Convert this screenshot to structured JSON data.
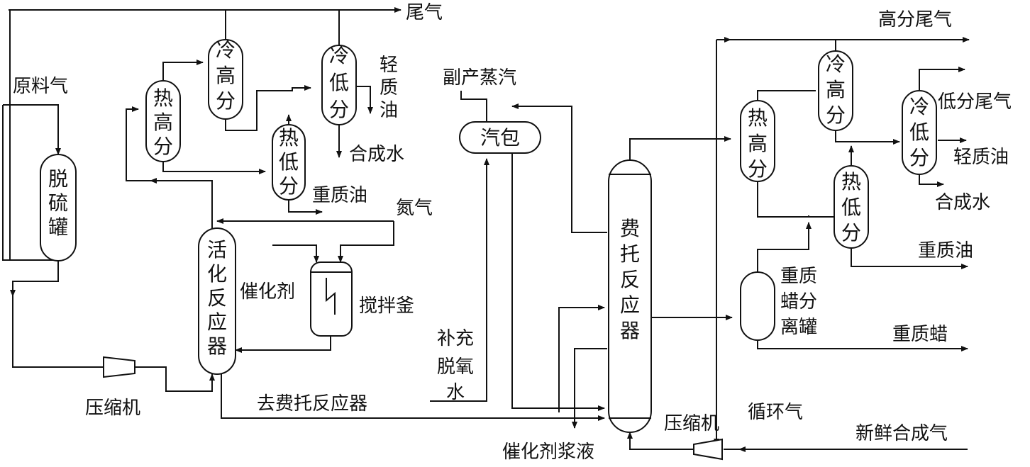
{
  "title": "",
  "left_section": {
    "tail_gas": "尾气",
    "feed_gas": "原料气",
    "desulfurization_tank": [
      "脱",
      "硫",
      "罐"
    ],
    "compressor": "压缩机",
    "activation_reactor": [
      "活",
      "化",
      "反",
      "应",
      "器"
    ],
    "hot_high_separator": [
      "热",
      "高",
      "分"
    ],
    "cold_high_separator": [
      "冷",
      "高",
      "分"
    ],
    "hot_low_separator": [
      "热",
      "低",
      "分"
    ],
    "cold_low_separator": [
      "冷",
      "低",
      "分"
    ],
    "light_oil": [
      "轻",
      "质",
      "油"
    ],
    "synthetic_water": "合成水",
    "heavy_oil": "重质油",
    "nitrogen": "氮气",
    "catalyst": "催化剂",
    "stirred_tank": "搅拌釜",
    "to_ft_reactor": "去费托反应器"
  },
  "middle_section": {
    "byproduct_steam": "副产蒸汽",
    "steam_drum": "汽包",
    "makeup_deoxygenated_water": [
      "补充",
      "脱氧",
      "水"
    ],
    "ft_reactor": [
      "费",
      "托",
      "反",
      "应",
      "器"
    ],
    "catalyst_slurry": "催化剂浆液"
  },
  "right_section": {
    "high_sep_tail_gas": "高分尾气",
    "cold_high_separator": [
      "冷",
      "高",
      "分"
    ],
    "hot_high_separator": [
      "热",
      "高",
      "分"
    ],
    "cold_low_separator": [
      "冷",
      "低",
      "分"
    ],
    "hot_low_separator": [
      "热",
      "低",
      "分"
    ],
    "low_sep_tail_gas": "低分尾气",
    "light_oil": "轻质油",
    "synthetic_water": "合成水",
    "heavy_oil": "重质油",
    "heavy_wax_separator": [
      "重质",
      "蜡分",
      "离罐"
    ],
    "heavy_wax": "重质蜡",
    "compressor": "压缩机",
    "recycle_gas": "循环气",
    "fresh_syngas": "新鲜合成气"
  }
}
